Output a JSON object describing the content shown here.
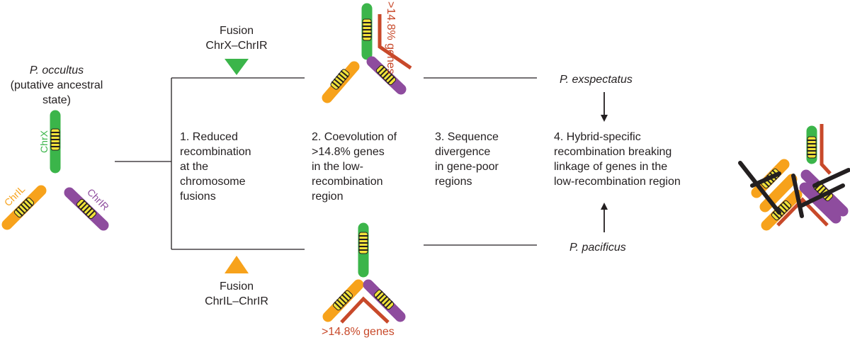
{
  "ancestor": {
    "species": "P. occultus",
    "note_line1": "(putative ancestral",
    "note_line2": "state)",
    "chr_x": "ChrX",
    "chr_il": "ChrIL",
    "chr_ir": "ChrIR"
  },
  "fusion_top": {
    "line1": "Fusion",
    "line2": "ChrX–ChrIR"
  },
  "fusion_bottom": {
    "line1": "Fusion",
    "line2": "ChrIL–ChrIR"
  },
  "genes_label": ">14.8% genes",
  "steps": {
    "s1": [
      "1. Reduced",
      "recombination",
      "at the",
      "chromosome",
      "fusions"
    ],
    "s2": [
      "2. Coevolution of",
      ">14.8% genes",
      "in the low-",
      "recombination",
      "region"
    ],
    "s3": [
      "3. Sequence",
      "divergence",
      "in gene-poor",
      "regions"
    ],
    "s4": [
      "4. Hybrid-specific",
      "recombination breaking",
      "linkage of genes in the",
      "low-recombination region"
    ]
  },
  "species_top": "P. exspectatus",
  "species_bottom": "P. pacificus",
  "colors": {
    "green": "#3bb54a",
    "orange": "#f7a21b",
    "purple": "#8e4c9e",
    "red": "#c8492a",
    "black": "#231f20",
    "centromere": "#f2e33a"
  }
}
